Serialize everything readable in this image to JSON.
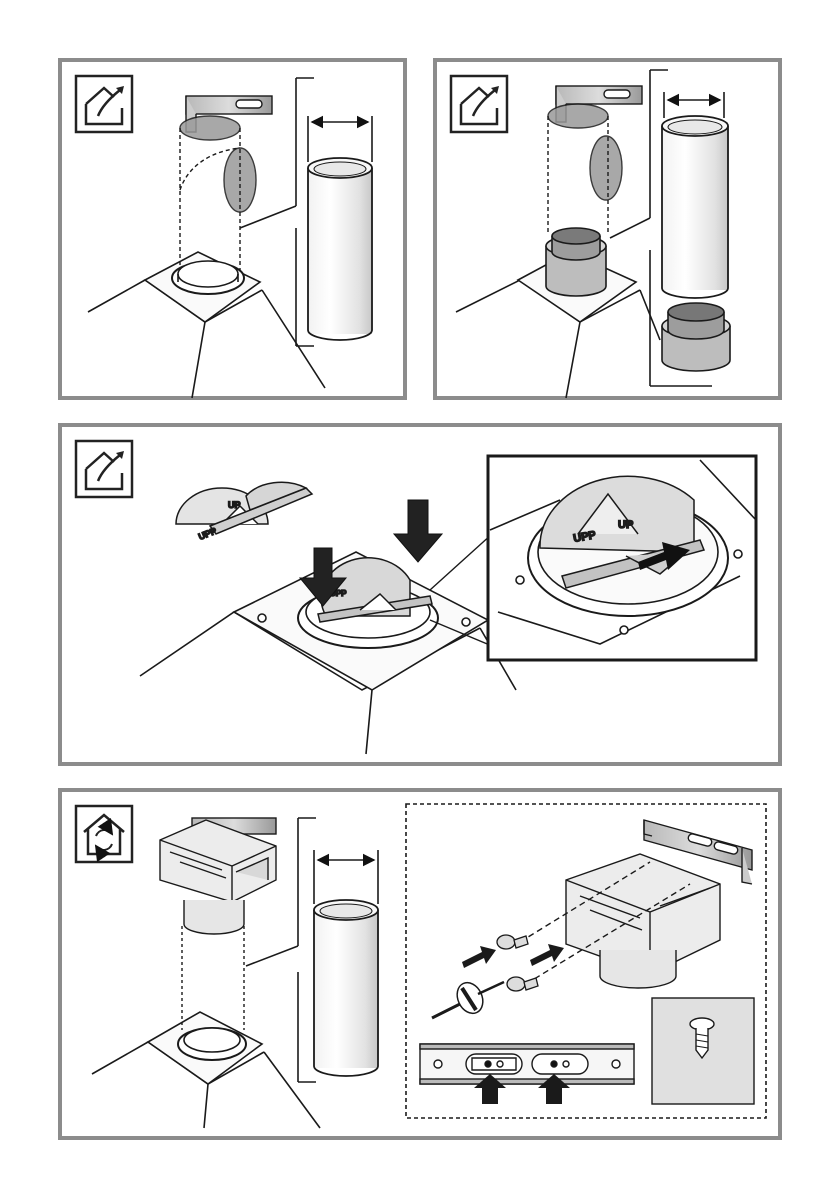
{
  "page": {
    "panels": [
      {
        "id": "panel-1",
        "mode": "ducted-exhaust",
        "icon": "house-exhaust-icon"
      },
      {
        "id": "panel-2",
        "mode": "ducted-exhaust",
        "icon": "house-exhaust-icon"
      },
      {
        "id": "panel-3",
        "mode": "ducted-exhaust",
        "icon": "house-exhaust-icon"
      },
      {
        "id": "panel-4",
        "mode": "recirculation",
        "icon": "house-recirculation-icon"
      }
    ],
    "valve_labels": {
      "up_large": "UP",
      "up_small": "UP",
      "up_lower": "UPP"
    },
    "colors": {
      "frame": "#8c8c8c",
      "line": "#1a1a1a",
      "shade": "#9a9a9a",
      "arrow": "#222222"
    }
  }
}
